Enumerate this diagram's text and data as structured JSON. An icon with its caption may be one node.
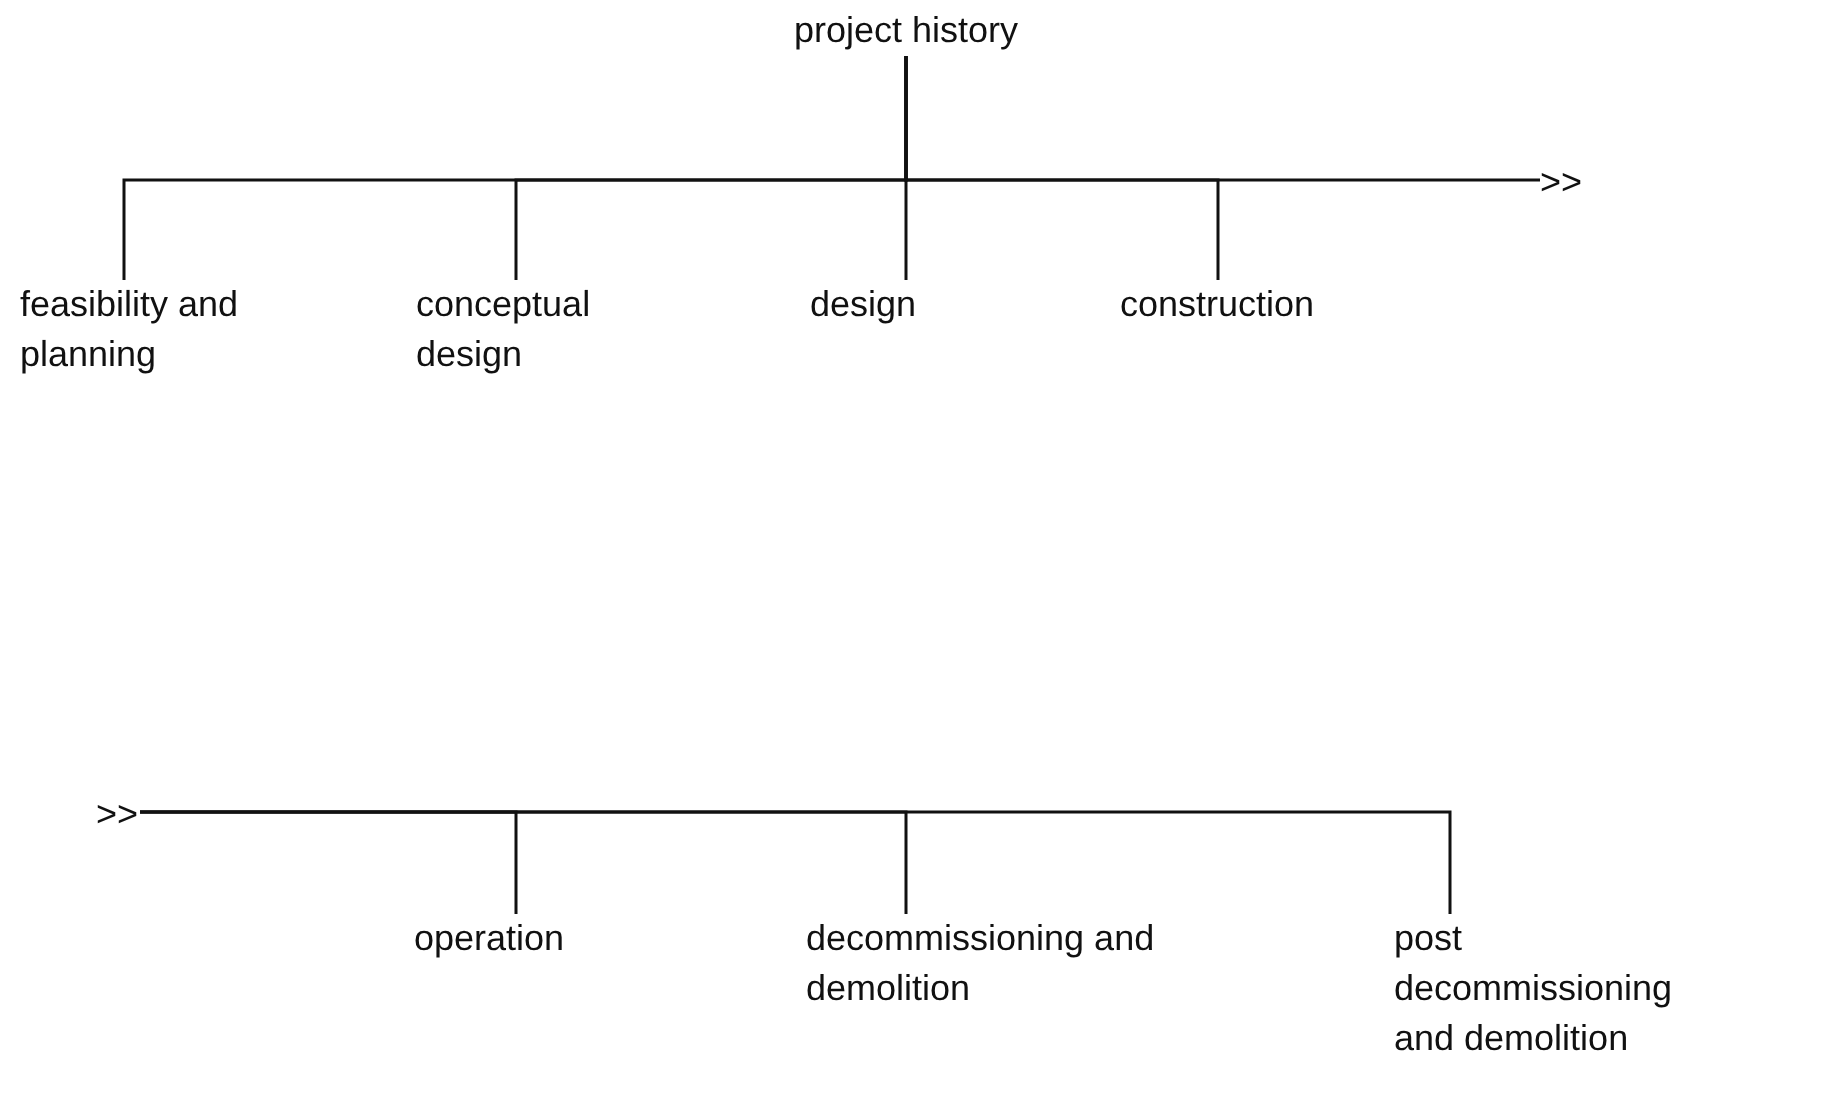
{
  "diagram": {
    "nodes": [
      {
        "text": [
          "project history"
        ]
      },
      {
        "text": [
          "feasibility and planning"
        ]
      },
      {
        "text": [
          "conceptual design"
        ]
      },
      {
        "text": [
          "design"
        ]
      },
      {
        "text": [
          "construction"
        ]
      },
      {
        "text": [
          ">>"
        ]
      },
      {
        "text": [
          ">>"
        ]
      },
      {
        "text": [
          "operation"
        ]
      },
      {
        "text": [
          "decommissioning and demolition"
        ]
      },
      {
        "text": [
          "post decommissioning and demolition"
        ]
      }
    ],
    "edges": [
      {
        "from": 0,
        "to": 1,
        "arrow": "none"
      },
      {
        "from": 0,
        "to": 2,
        "arrow": "none"
      },
      {
        "from": 0,
        "to": 3,
        "arrow": "none"
      },
      {
        "from": 0,
        "to": 4,
        "arrow": "none"
      },
      {
        "from": 0,
        "to": 5,
        "arrow": "none"
      },
      {
        "from": 6,
        "to": 7,
        "arrow": "none"
      },
      {
        "from": 6,
        "to": 8,
        "arrow": "none"
      },
      {
        "from": 6,
        "to": 9,
        "arrow": "none"
      }
    ]
  }
}
